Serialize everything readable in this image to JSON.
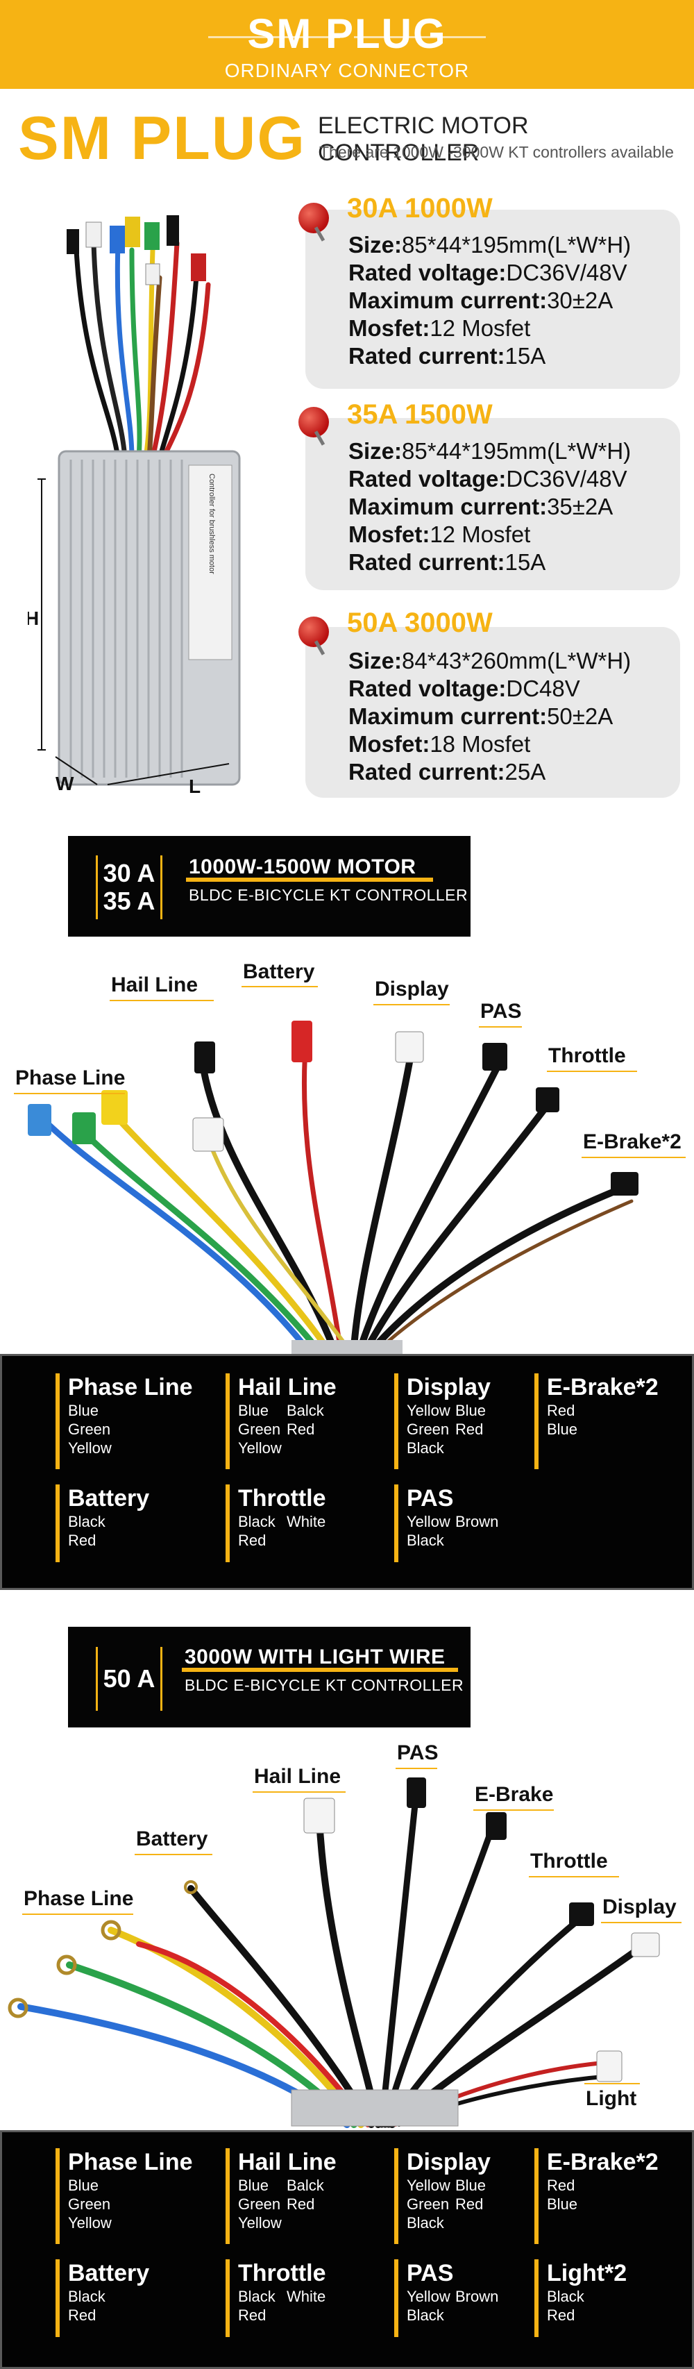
{
  "banner": {
    "title": "SM PLUG",
    "subtitle": "ORDINARY CONNECTOR"
  },
  "brand": {
    "name": "SM PLUG",
    "tagline": "ELECTRIC MOTOR CONTROLLER",
    "tagline_sub": "There are 1000W -3000W KT controllers available"
  },
  "product": {
    "dim_h": "H",
    "dim_w": "W",
    "dim_l": "L",
    "label_text": "Controller for brushless motor"
  },
  "specs": [
    {
      "title": "30A 1000W",
      "rows": [
        {
          "label": "Size:",
          "value": "85*44*195mm(L*W*H)"
        },
        {
          "label": "Rated voltage:",
          "value": "DC36V/48V"
        },
        {
          "label": "Maximum current:",
          "value": "30±2A"
        },
        {
          "label": "Mosfet:",
          "value": "12 Mosfet"
        },
        {
          "label": "Rated current:",
          "value": "15A"
        }
      ]
    },
    {
      "title": "35A 1500W",
      "rows": [
        {
          "label": "Size:",
          "value": "85*44*195mm(L*W*H)"
        },
        {
          "label": "Rated voltage:",
          "value": "DC36V/48V"
        },
        {
          "label": "Maximum current:",
          "value": "35±2A"
        },
        {
          "label": "Mosfet:",
          "value": "12 Mosfet"
        },
        {
          "label": "Rated current:",
          "value": "15A"
        }
      ]
    },
    {
      "title": "50A 3000W",
      "rows": [
        {
          "label": "Size:",
          "value": "84*43*260mm(L*W*H)"
        },
        {
          "label": "Rated voltage:",
          "value": "DC48V"
        },
        {
          "label": "Maximum current:",
          "value": "50±2A"
        },
        {
          "label": "Mosfet:",
          "value": "18 Mosfet"
        },
        {
          "label": "Rated current:",
          "value": "25A"
        }
      ]
    }
  ],
  "section1": {
    "num_1": "30 A",
    "num_2": "35 A",
    "title": "1000W-1500W MOTOR",
    "subtitle": "BLDC E-BICYCLE KT CONTROLLER",
    "labels": {
      "hail": "Hail Line",
      "battery": "Battery",
      "display": "Display",
      "pas": "PAS",
      "phase": "Phase Line",
      "throttle": "Throttle",
      "ebrake": "E-Brake*2"
    }
  },
  "legend1": [
    {
      "title": "Phase Line",
      "lines": [
        [
          "Blue"
        ],
        [
          "Green"
        ],
        [
          "Yellow"
        ]
      ]
    },
    {
      "title": "Hail Line",
      "lines": [
        [
          "Blue",
          "Balck"
        ],
        [
          "Green",
          "Red"
        ],
        [
          "Yellow"
        ]
      ]
    },
    {
      "title": "Display",
      "lines": [
        [
          "Yellow",
          "Blue"
        ],
        [
          "Green",
          "Red"
        ],
        [
          "Black"
        ]
      ]
    },
    {
      "title": "E-Brake*2",
      "lines": [
        [
          "Red"
        ],
        [
          "Blue"
        ]
      ]
    },
    {
      "title": "Battery",
      "lines": [
        [
          "Black"
        ],
        [
          "Red"
        ]
      ]
    },
    {
      "title": "Throttle",
      "lines": [
        [
          "Black",
          "White"
        ],
        [
          "Red"
        ]
      ]
    },
    {
      "title": "PAS",
      "lines": [
        [
          "Yellow",
          "Brown"
        ],
        [
          "Black"
        ]
      ]
    }
  ],
  "section2": {
    "num": "50 A",
    "title": "3000W WITH LIGHT WIRE",
    "subtitle": "BLDC E-BICYCLE KT CONTROLLER",
    "labels": {
      "hail": "Hail Line",
      "pas": "PAS",
      "battery": "Battery",
      "ebrake": "E-Brake",
      "throttle": "Throttle",
      "phase": "Phase Line",
      "display": "Display",
      "light": "Light"
    }
  },
  "legend2": [
    {
      "title": "Phase Line",
      "lines": [
        [
          "Blue"
        ],
        [
          "Green"
        ],
        [
          "Yellow"
        ]
      ]
    },
    {
      "title": "Hail Line",
      "lines": [
        [
          "Blue",
          "Balck"
        ],
        [
          "Green",
          "Red"
        ],
        [
          "Yellow"
        ]
      ]
    },
    {
      "title": "Display",
      "lines": [
        [
          "Yellow",
          "Blue"
        ],
        [
          "Green",
          "Red"
        ],
        [
          "Black"
        ]
      ]
    },
    {
      "title": "E-Brake*2",
      "lines": [
        [
          "Red"
        ],
        [
          "Blue"
        ]
      ]
    },
    {
      "title": "Battery",
      "lines": [
        [
          "Black"
        ],
        [
          "Red"
        ]
      ]
    },
    {
      "title": "Throttle",
      "lines": [
        [
          "Black",
          "White"
        ],
        [
          "Red"
        ]
      ]
    },
    {
      "title": "PAS",
      "lines": [
        [
          "Yellow",
          "Brown"
        ],
        [
          "Black"
        ]
      ]
    },
    {
      "title": "Light*2",
      "lines": [
        [
          "Black"
        ],
        [
          "Red"
        ]
      ]
    }
  ],
  "colors": {
    "accent": "#f6b314",
    "card_bg": "#e9e9e9",
    "panel_bg": "#030303"
  }
}
